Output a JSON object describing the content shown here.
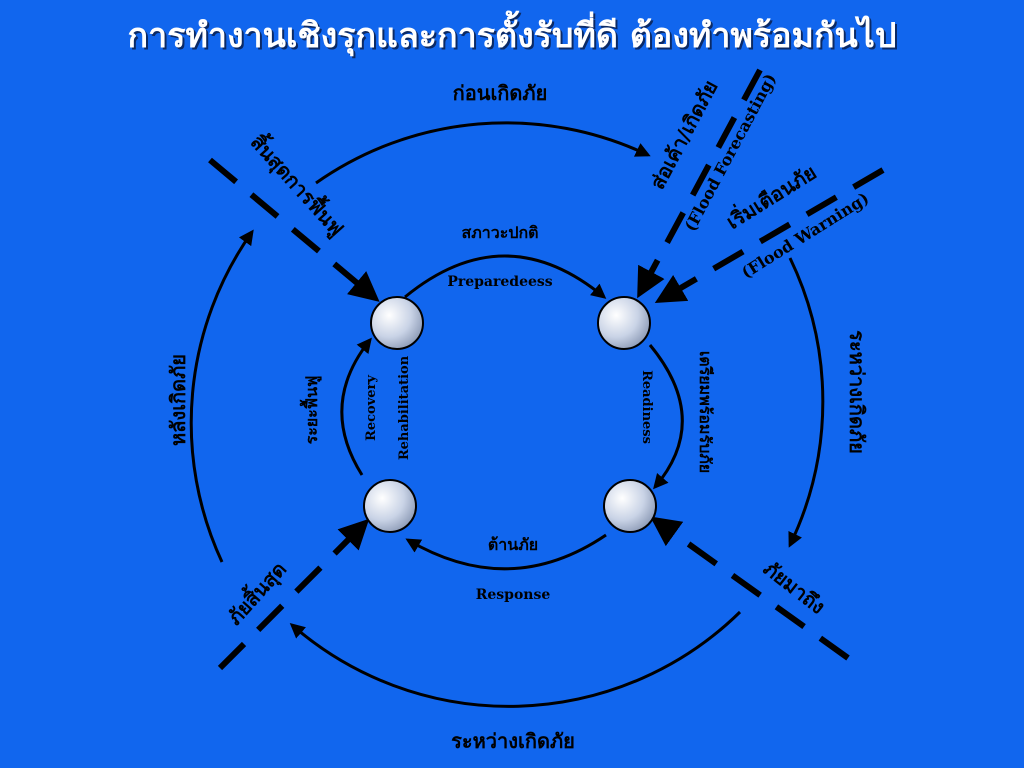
{
  "title": "การทำงานเชิงรุกและการตั้งรับที่ดี ต้องทำพร้อมกันไป",
  "outer": {
    "before": "ก่อนเกิดภัย",
    "forecast_th": "ส่อเค้า/เกิดภัย",
    "forecast_en": "(Flood Forecasting)",
    "warning_th": "เริ่มเตือนภัย",
    "warning_en": "(Flood Warning)",
    "during_right": "ระหว่างเกิดภัย",
    "arrive": "ภัยมาถึง",
    "during_bottom": "ระหว่างเกิดภัย",
    "end": "ภัยสิ้นสุด",
    "after": "หลังเกิดภัย",
    "recovery_end": "สิ้นสุดการฟื้นฟู"
  },
  "inner": {
    "normal_th": "สภาวะปกติ",
    "normal_en": "Preparedeess",
    "ready_th": "เตรียมพร้อมรับภัย",
    "ready_en": "Readiness",
    "response_th": "ต้านภัย",
    "response_en": "Response",
    "recovery_th": "ระยะฟื้นฟู",
    "recovery_en1": "Recovery",
    "recovery_en2": "Rehabilitation"
  }
}
